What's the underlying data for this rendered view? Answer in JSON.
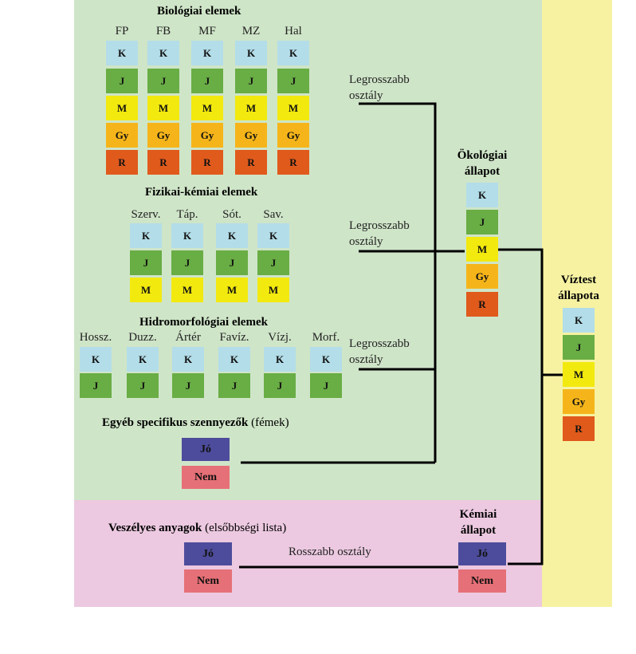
{
  "colors": {
    "background_green": "#cfe5c8",
    "background_pink": "#ecc9e0",
    "background_yellow": "#f6f2a2",
    "K": "#b3dde8",
    "J": "#69ad45",
    "M": "#f2e90f",
    "Gy": "#f5b51a",
    "R": "#e05a1c",
    "Jo": "#4d4c9c",
    "Nem": "#e67077"
  },
  "biological": {
    "title": "Biológiai elemek",
    "columns": [
      "FP",
      "FB",
      "MF",
      "MZ",
      "Hal"
    ],
    "classes": [
      "K",
      "J",
      "M",
      "Gy",
      "R"
    ]
  },
  "physchem": {
    "title": "Fizikai-kémiai elemek",
    "columns": [
      "Szerv.",
      "Táp.",
      "Sót.",
      "Sav."
    ],
    "classes": [
      "K",
      "J",
      "M"
    ]
  },
  "hydromorph": {
    "title": "Hidromorfológiai elemek",
    "columns": [
      "Hossz.",
      "Duzz.",
      "Ártér",
      "Favíz.",
      "Vízj.",
      "Morf."
    ],
    "classes": [
      "K",
      "J"
    ]
  },
  "specific": {
    "title_bold": "Egyéb specifikus szennyezők",
    "title_normal": "(fémek)",
    "good": "Jó",
    "bad": "Nem"
  },
  "hazardous": {
    "title_bold": "Veszélyes anyagok",
    "title_normal": "(elsőbbségi lista)",
    "good": "Jó",
    "bad": "Nem"
  },
  "notes": {
    "largest_line1": "Legrosszabb",
    "largest_line2": "osztály",
    "worse_class": "Rosszabb osztály"
  },
  "ecological": {
    "title_line1": "Ökológiai",
    "title_line2": "állapot",
    "classes": [
      "K",
      "J",
      "M",
      "Gy",
      "R"
    ]
  },
  "chemical": {
    "title_line1": "Kémiai",
    "title_line2": "állapot",
    "good": "Jó",
    "bad": "Nem"
  },
  "waterbody": {
    "title_line1": "Víztest",
    "title_line2": "állapota",
    "classes": [
      "K",
      "J",
      "M",
      "Gy",
      "R"
    ]
  }
}
